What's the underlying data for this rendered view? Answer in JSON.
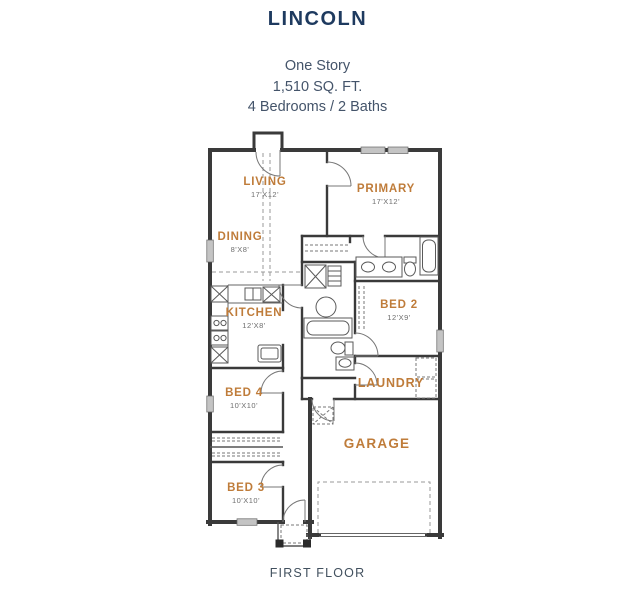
{
  "header": {
    "title": "LINCOLN",
    "subtitle_line1": "One Story",
    "subtitle_line2": "1,510 SQ. FT.",
    "subtitle_line3": "4 Bedrooms / 2 Baths"
  },
  "floorplan": {
    "rooms": [
      {
        "name": "LIVING",
        "dims": "17'X12'"
      },
      {
        "name": "PRIMARY",
        "dims": "17'X12'"
      },
      {
        "name": "DINING",
        "dims": "8'X8'"
      },
      {
        "name": "KITCHEN",
        "dims": "12'X8'"
      },
      {
        "name": "BED 2",
        "dims": "12'X9'"
      },
      {
        "name": "BED 4",
        "dims": "10'X10'"
      },
      {
        "name": "LAUNDRY",
        "dims": ""
      },
      {
        "name": "BED 3",
        "dims": "10'X10'"
      },
      {
        "name": "GARAGE",
        "dims": ""
      }
    ],
    "caption": "FIRST FLOOR"
  },
  "colors": {
    "title_navy": "#1e3a5f",
    "subtitle_slate": "#44546a",
    "room_label_orange": "#bf7c3a",
    "dims_gray": "#6e6e6e",
    "wall": "#3a3a3a",
    "window_gray": "#c4c4c4",
    "caption_slate": "#41505e"
  }
}
